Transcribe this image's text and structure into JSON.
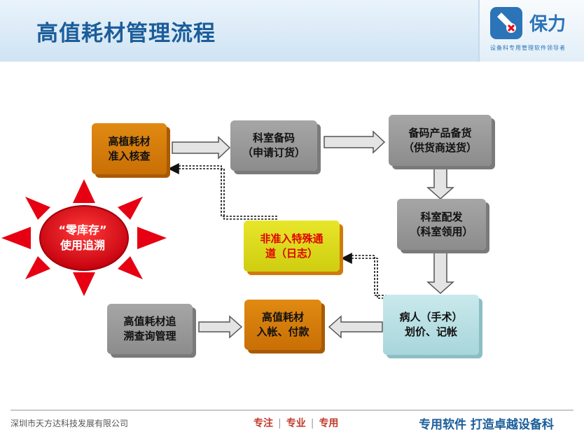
{
  "header": {
    "title": "高值耗材管理流程",
    "logo_text": "保力",
    "logo_tagline": "设备科专用管理软件领导者"
  },
  "nodes": {
    "n1": "高植耗材\n准入核查",
    "n2": "科室备码\n（申请订货）",
    "n3": "备码产品备货\n（供货商送货）",
    "n4": "科室配发\n（科室领用）",
    "n5": "病人（手术）\n划价、记帐",
    "n6": "高值耗材\n入帐、付款",
    "n7": "高值耗材追\n溯查询管理",
    "n8": "非准入特殊通\n道（日志）"
  },
  "badge": {
    "text": "“零库存”\n使用追溯"
  },
  "footer": {
    "company": "深圳市天方达科技发展有限公司",
    "motto": [
      "专注",
      "专业",
      "专用"
    ],
    "slogan": "专用软件  打造卓越设备科"
  },
  "colors": {
    "title": "#1b5d9a",
    "gray_box": "#999999",
    "orange_box": "#d87d0c",
    "yellow_box": "#dedc1c",
    "teal_box": "#b8e0e4",
    "star": "#e60012"
  }
}
